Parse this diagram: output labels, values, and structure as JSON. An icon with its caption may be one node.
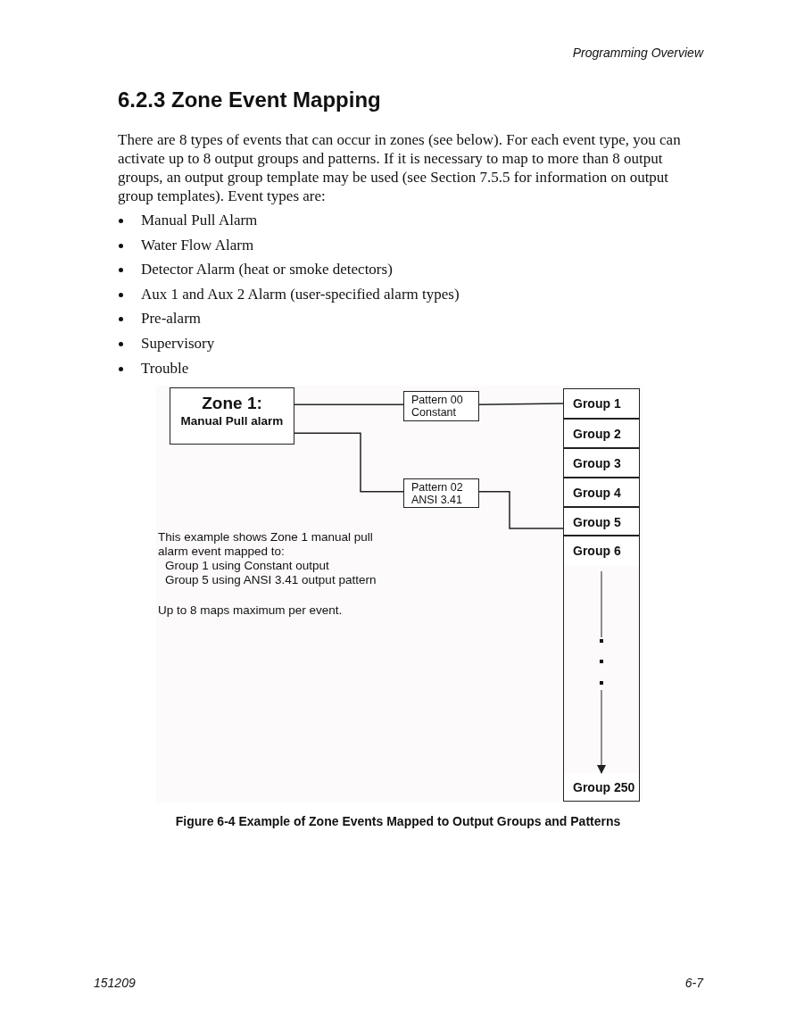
{
  "diagram": {
    "title": "6.2.3 Zone Event Mapping",
    "caption": "Figure 6-4 Example of Zone Events Mapped to Output Groups and Patterns",
    "nodes": [
      {
        "text": [
          "Zone 1:",
          "Manual Pull alarm"
        ]
      },
      {
        "text": [
          "Pattern 00 Constant"
        ]
      },
      {
        "text": [
          "Pattern 02 ANSI 3.41"
        ]
      },
      {
        "text": [
          "Group 1"
        ]
      },
      {
        "text": [
          "Group 2"
        ]
      },
      {
        "text": [
          "Group 3"
        ]
      },
      {
        "text": [
          "Group 4"
        ]
      },
      {
        "text": [
          "Group 5"
        ]
      },
      {
        "text": [
          "Group 6"
        ]
      },
      {
        "text": [
          "Group 250"
        ]
      }
    ],
    "edges": [
      {
        "from": 0,
        "to": 1,
        "arrow": "none"
      },
      {
        "from": 1,
        "to": 3,
        "arrow": "none"
      },
      {
        "from": 0,
        "to": 2,
        "arrow": "none"
      },
      {
        "from": 2,
        "to": 7,
        "arrow": "none"
      },
      {
        "from": 8,
        "to": 9,
        "arrow": "to"
      }
    ],
    "labels": [
      "Programming Overview",
      "There are 8 types of events that can occur in zones (see below). For each event type, you can activate up to 8 output groups and patterns. If it is necessary to map to more than 8 output groups, an output group template may be used (see Section 7.5.5 for information on output group templates). Event types are:",
      "Manual Pull Alarm",
      "Water Flow Alarm",
      "Detector Alarm (heat or smoke detectors)",
      "Aux 1 and Aux 2 Alarm (user-specified alarm types)",
      "Pre-alarm",
      "Supervisory",
      "Trouble",
      "This example shows Zone 1 manual pull alarm event mapped to:",
      "Group 1 using Constant output",
      "Group 5 using ANSI 3.41 output pattern",
      "Up to 8 maps maximum per event.",
      "151209",
      "6-7"
    ]
  }
}
